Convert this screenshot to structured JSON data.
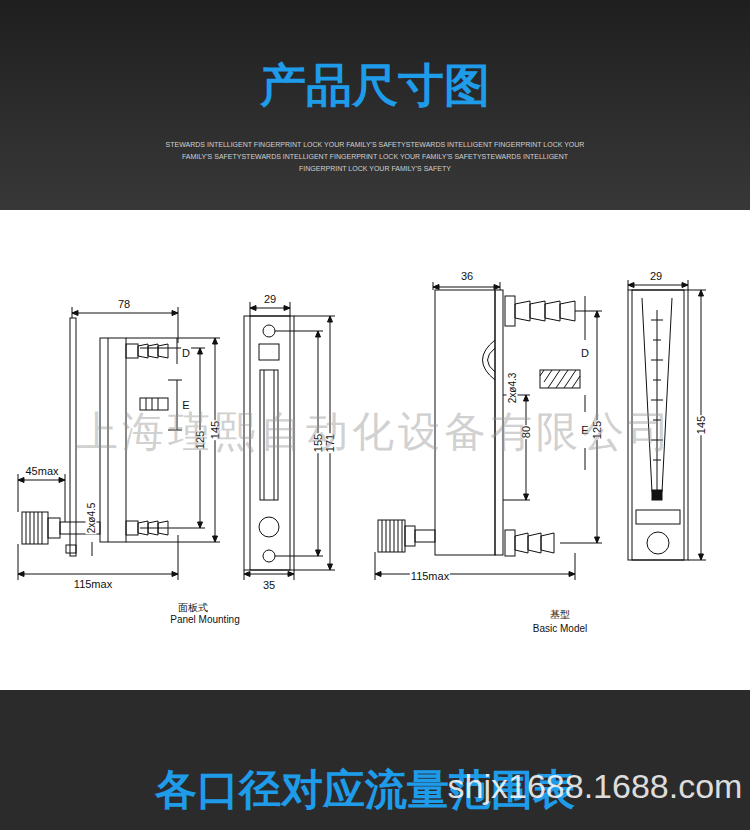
{
  "diagram": {
    "title": "产品尺寸图",
    "caption": "各口径对应流量范围表",
    "labels": [
      "STEWARDS INTELLIGENT FINGERPRINT LOCK YOUR FAMILY'S SAFETYSTEWARDS INTELLIGENT FINGERPRINT LOCK YOUR FAMILY'S SAFETYSTEWARDS INTELLIGENT FINGERPRINT LOCK YOUR FAMILY'S SAFETYSTEWARDS INTELLIGENT FINGERPRINT LOCK YOUR FAMILY'S SAFETY",
      "78",
      "D",
      "E",
      "125",
      "145",
      "2xø4.5",
      "45max",
      "115max",
      "29",
      "155",
      "171",
      "35",
      "面板式",
      "Panel Mounting",
      "36",
      "D",
      "2xø4.3",
      "E",
      "80",
      "125",
      "115max",
      "基型",
      "Basic Model",
      "29",
      "145",
      "上海瑾熙自动化设备有限公司",
      "shjx1688.1688.com"
    ]
  }
}
